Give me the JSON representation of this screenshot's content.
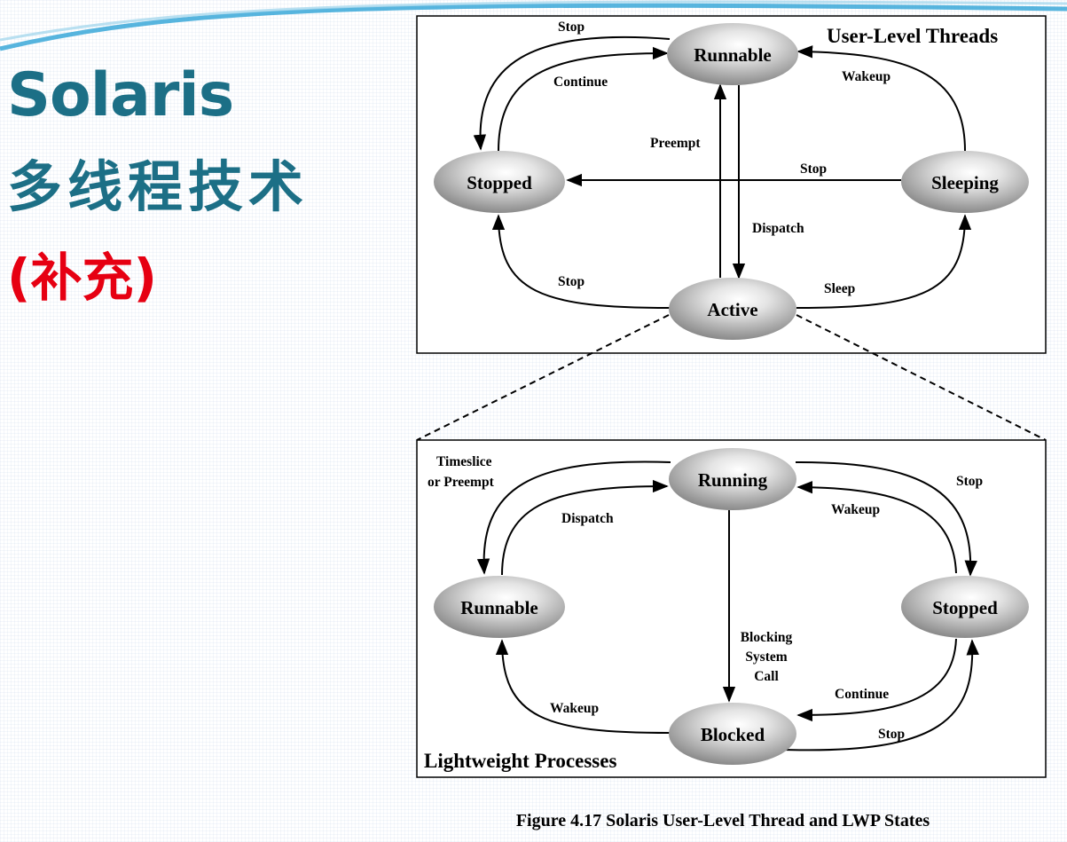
{
  "slide": {
    "title": "Solaris",
    "subtitle": "多线程技术",
    "note": "(补充)"
  },
  "colors": {
    "title": "#1c6f86",
    "note": "#e60012",
    "swoosh": "#3aa8d8"
  },
  "diagram": {
    "upper": {
      "title": "User-Level Threads",
      "states": {
        "runnable": "Runnable",
        "stopped": "Stopped",
        "sleeping": "Sleeping",
        "active": "Active"
      },
      "edges": {
        "stop_top": "Stop",
        "continue": "Continue",
        "wakeup": "Wakeup",
        "preempt": "Preempt",
        "stop_mid": "Stop",
        "dispatch": "Dispatch",
        "stop_bottom": "Stop",
        "sleep": "Sleep"
      }
    },
    "lower": {
      "title": "Lightweight Processes",
      "states": {
        "running": "Running",
        "runnable": "Runnable",
        "stopped": "Stopped",
        "blocked": "Blocked"
      },
      "edges": {
        "timeslice_1": "Timeslice",
        "timeslice_2": "or Preempt",
        "dispatch": "Dispatch",
        "stop_top": "Stop",
        "wakeup_top": "Wakeup",
        "blocking_1": "Blocking",
        "blocking_2": "System",
        "blocking_3": "Call",
        "continue": "Continue",
        "wakeup_bottom": "Wakeup",
        "stop_bottom": "Stop"
      }
    },
    "caption": "Figure 4.17   Solaris User-Level Thread and LWP States"
  }
}
